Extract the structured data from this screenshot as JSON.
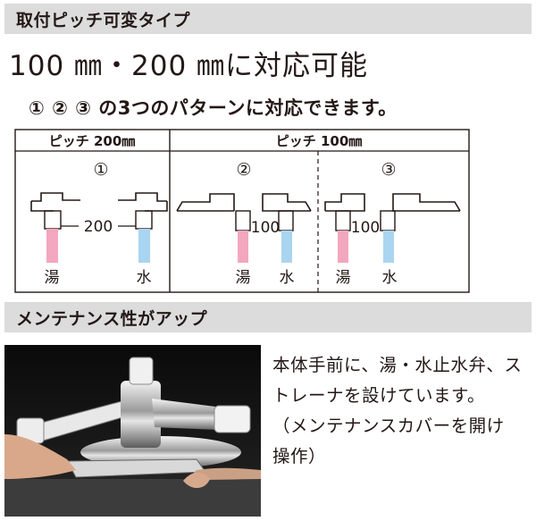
{
  "section1": {
    "title": "取付ピッチ可変タイプ",
    "headline": "100 ㎜・200 ㎜に対応可能",
    "subline": "① ② ③ の3つのパターンに対応できます。",
    "table": {
      "header_left": "ピッチ 200㎜",
      "header_right": "ピッチ 100㎜",
      "patterns": [
        {
          "num": "①",
          "pitch": "200",
          "hot": "湯",
          "cold": "水"
        },
        {
          "num": "②",
          "pitch": "100",
          "hot": "湯",
          "cold": "水"
        },
        {
          "num": "③",
          "pitch": "100",
          "hot": "湯",
          "cold": "水"
        }
      ]
    }
  },
  "section2": {
    "title": "メンテナンス性がアップ",
    "caption_lines": [
      "本体手前に、湯・水止水弁、ス",
      "トレーナを設けています。",
      "（メンテナンスカバーを開け",
      "操作）"
    ]
  },
  "colors": {
    "band": "#dcdcdd",
    "hot": "#f2a7bf",
    "cold": "#a9d5f0",
    "line": "#231815"
  }
}
